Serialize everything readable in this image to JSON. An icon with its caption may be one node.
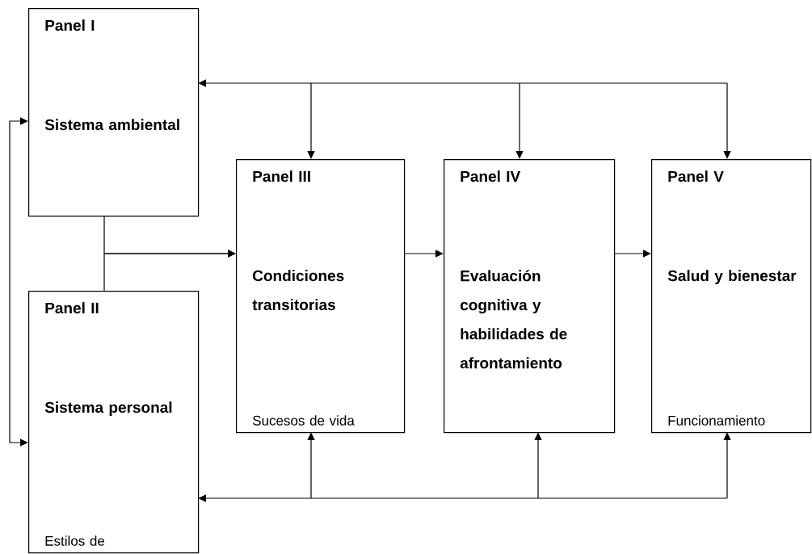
{
  "diagram": {
    "nodes": [
      {
        "text": [
          "Panel I",
          "Sistema ambiental"
        ]
      },
      {
        "text": [
          "Panel II",
          "Sistema personal",
          "Estilos de"
        ]
      },
      {
        "text": [
          "Panel III",
          "Condiciones transitorias",
          "Sucesos de vida"
        ]
      },
      {
        "text": [
          "Panel IV",
          "Evaluación cognitiva y habilidades de afrontamiento"
        ]
      },
      {
        "text": [
          "Panel V",
          "Salud y bienestar",
          "Funcionamiento"
        ]
      }
    ],
    "edges": [
      {
        "from": 0,
        "to": 1,
        "arrow": "both"
      },
      {
        "from": 0,
        "to": 2,
        "arrow": "to"
      },
      {
        "from": 1,
        "to": 2,
        "arrow": "to"
      },
      {
        "from": 2,
        "to": 3,
        "arrow": "to"
      },
      {
        "from": 3,
        "to": 4,
        "arrow": "to"
      },
      {
        "from": null,
        "to": 0,
        "arrow": "to"
      },
      {
        "from": null,
        "to": 2,
        "arrow": "to"
      },
      {
        "from": null,
        "to": 3,
        "arrow": "to"
      },
      {
        "from": null,
        "to": 4,
        "arrow": "to"
      },
      {
        "from": null,
        "to": 1,
        "arrow": "to"
      },
      {
        "from": null,
        "to": 2,
        "arrow": "to"
      },
      {
        "from": null,
        "to": 3,
        "arrow": "to"
      },
      {
        "from": null,
        "to": 4,
        "arrow": "to"
      }
    ]
  }
}
